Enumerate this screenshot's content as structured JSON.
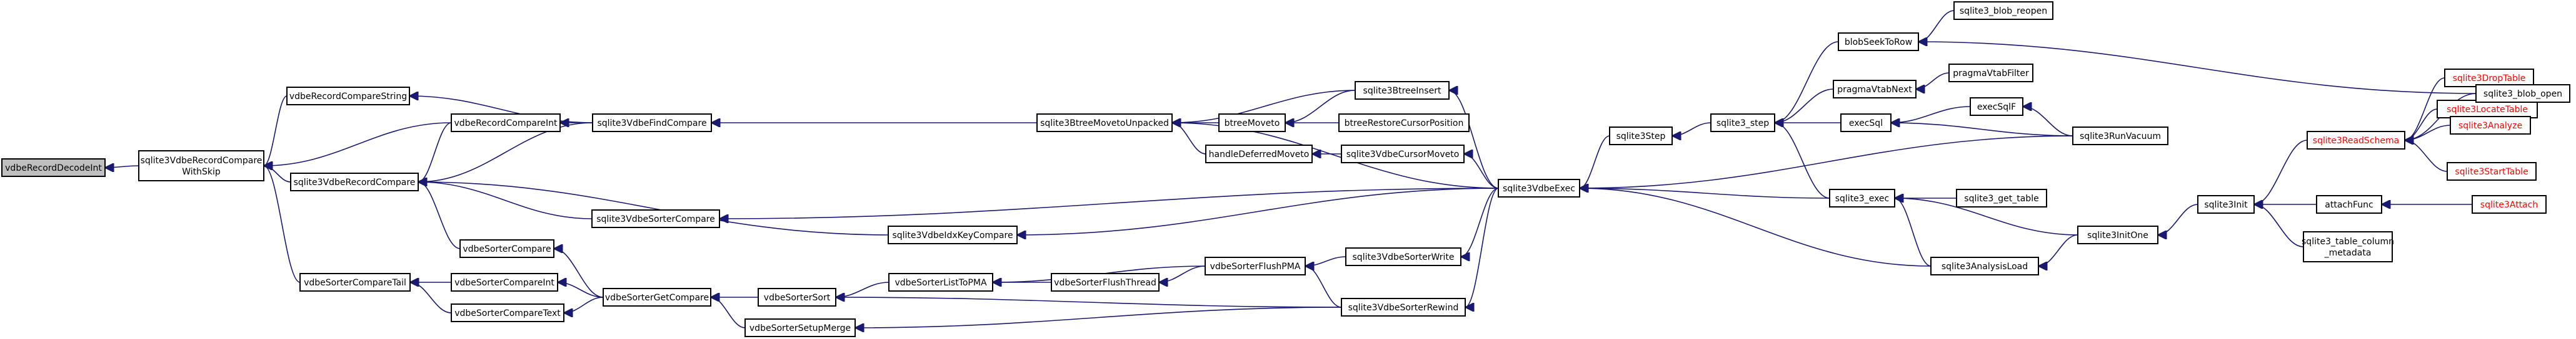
{
  "title": "",
  "graph": {
    "root": "vdbeRecordDecodeInt",
    "nodes": [
      {
        "id": "vdbeRecordDecodeInt",
        "label": "vdbeRecordDecodeInt",
        "root": true
      },
      {
        "id": "sqlite3VdbeRecordCompareWithSkip",
        "label": "sqlite3VdbeRecordCompare\nWithSkip"
      },
      {
        "id": "vdbeRecordCompareString",
        "label": "vdbeRecordCompareString"
      },
      {
        "id": "vdbeRecordCompareInt",
        "label": "vdbeRecordCompareInt"
      },
      {
        "id": "sqlite3VdbeRecordCompare",
        "label": "sqlite3VdbeRecordCompare"
      },
      {
        "id": "vdbeSorterCompareTail",
        "label": "vdbeSorterCompareTail"
      },
      {
        "id": "sqlite3VdbeFindCompare",
        "label": "sqlite3VdbeFindCompare"
      },
      {
        "id": "vdbeSorterCompare",
        "label": "vdbeSorterCompare"
      },
      {
        "id": "vdbeSorterCompareInt",
        "label": "vdbeSorterCompareInt"
      },
      {
        "id": "vdbeSorterCompareText",
        "label": "vdbeSorterCompareText"
      },
      {
        "id": "sqlite3VdbeIdxKeyCompare",
        "label": "sqlite3VdbeIdxKeyCompare"
      },
      {
        "id": "sqlite3VdbeSorterCompare",
        "label": "sqlite3VdbeSorterCompare"
      },
      {
        "id": "vdbeSorterGetCompare",
        "label": "vdbeSorterGetCompare"
      },
      {
        "id": "vdbeSorterSort",
        "label": "vdbeSorterSort"
      },
      {
        "id": "vdbeSorterSetupMerge",
        "label": "vdbeSorterSetupMerge"
      },
      {
        "id": "vdbeSorterListToPMA",
        "label": "vdbeSorterListToPMA"
      },
      {
        "id": "vdbeSorterFlushThread",
        "label": "vdbeSorterFlushThread"
      },
      {
        "id": "vdbeSorterFlushPMA",
        "label": "vdbeSorterFlushPMA"
      },
      {
        "id": "sqlite3BtreeMovetoUnpacked",
        "label": "sqlite3BtreeMovetoUnpacked"
      },
      {
        "id": "btreeMoveto",
        "label": "btreeMoveto"
      },
      {
        "id": "handleDeferredMoveto",
        "label": "handleDeferredMoveto"
      },
      {
        "id": "sqlite3BtreeInsert",
        "label": "sqlite3BtreeInsert"
      },
      {
        "id": "btreeRestoreCursorPosition",
        "label": "btreeRestoreCursorPosition"
      },
      {
        "id": "sqlite3VdbeCursorMoveto",
        "label": "sqlite3VdbeCursorMoveto"
      },
      {
        "id": "sqlite3VdbeSorterWrite",
        "label": "sqlite3VdbeSorterWrite"
      },
      {
        "id": "sqlite3VdbeSorterRewind",
        "label": "sqlite3VdbeSorterRewind"
      },
      {
        "id": "sqlite3VdbeExec",
        "label": "sqlite3VdbeExec"
      },
      {
        "id": "sqlite3Step",
        "label": "sqlite3Step"
      },
      {
        "id": "sqlite3_step",
        "label": "sqlite3_step"
      },
      {
        "id": "blobSeekToRow",
        "label": "blobSeekToRow"
      },
      {
        "id": "sqlite3_blob_reopen",
        "label": "sqlite3_blob_reopen"
      },
      {
        "id": "pragmaVtabNext",
        "label": "pragmaVtabNext"
      },
      {
        "id": "pragmaVtabFilter",
        "label": "pragmaVtabFilter"
      },
      {
        "id": "execSql",
        "label": "execSql"
      },
      {
        "id": "execSqlF",
        "label": "execSqlF"
      },
      {
        "id": "sqlite3RunVacuum",
        "label": "sqlite3RunVacuum"
      },
      {
        "id": "sqlite3_exec",
        "label": "sqlite3_exec"
      },
      {
        "id": "sqlite3_get_table",
        "label": "sqlite3_get_table"
      },
      {
        "id": "sqlite3InitOne",
        "label": "sqlite3InitOne"
      },
      {
        "id": "sqlite3AnalysisLoad",
        "label": "sqlite3AnalysisLoad"
      },
      {
        "id": "sqlite3Init",
        "label": "sqlite3Init"
      },
      {
        "id": "sqlite3ReadSchema",
        "label": "sqlite3ReadSchema",
        "red": true
      },
      {
        "id": "sqlite3DropTable",
        "label": "sqlite3DropTable",
        "red": true
      },
      {
        "id": "sqlite3LocateTable",
        "label": "sqlite3LocateTable",
        "red": true
      },
      {
        "id": "sqlite3StartTable",
        "label": "sqlite3StartTable",
        "red": true
      },
      {
        "id": "sqlite3Analyze",
        "label": "sqlite3Analyze",
        "red": true
      },
      {
        "id": "sqlite3_blob_open",
        "label": "sqlite3_blob_open"
      },
      {
        "id": "attachFunc",
        "label": "attachFunc"
      },
      {
        "id": "sqlite3Attach",
        "label": "sqlite3Attach",
        "red": true
      },
      {
        "id": "sqlite3_table_column_metadata",
        "label": "sqlite3_table_column\n_metadata"
      }
    ],
    "edges": [
      [
        "sqlite3VdbeRecordCompareWithSkip",
        "vdbeRecordDecodeInt"
      ],
      [
        "vdbeRecordCompareString",
        "sqlite3VdbeRecordCompareWithSkip"
      ],
      [
        "vdbeRecordCompareInt",
        "sqlite3VdbeRecordCompareWithSkip"
      ],
      [
        "sqlite3VdbeRecordCompare",
        "sqlite3VdbeRecordCompareWithSkip"
      ],
      [
        "vdbeSorterCompareTail",
        "sqlite3VdbeRecordCompareWithSkip"
      ],
      [
        "sqlite3VdbeFindCompare",
        "vdbeRecordCompareString"
      ],
      [
        "sqlite3VdbeFindCompare",
        "vdbeRecordCompareInt"
      ],
      [
        "sqlite3VdbeFindCompare",
        "sqlite3VdbeRecordCompare"
      ],
      [
        "vdbeRecordCompareInt",
        "sqlite3VdbeRecordCompare"
      ],
      [
        "vdbeSorterCompare",
        "sqlite3VdbeRecordCompare"
      ],
      [
        "sqlite3VdbeIdxKeyCompare",
        "sqlite3VdbeRecordCompare"
      ],
      [
        "sqlite3VdbeSorterCompare",
        "sqlite3VdbeRecordCompare"
      ],
      [
        "vdbeSorterCompareInt",
        "vdbeSorterCompareTail"
      ],
      [
        "vdbeSorterCompareText",
        "vdbeSorterCompareTail"
      ],
      [
        "sqlite3BtreeMovetoUnpacked",
        "sqlite3VdbeFindCompare"
      ],
      [
        "vdbeSorterGetCompare",
        "vdbeSorterCompare"
      ],
      [
        "vdbeSorterGetCompare",
        "vdbeSorterCompareInt"
      ],
      [
        "vdbeSorterGetCompare",
        "vdbeSorterCompareText"
      ],
      [
        "sqlite3VdbeExec",
        "sqlite3VdbeIdxKeyCompare"
      ],
      [
        "sqlite3VdbeExec",
        "sqlite3VdbeSorterCompare"
      ],
      [
        "vdbeSorterSort",
        "vdbeSorterGetCompare"
      ],
      [
        "vdbeSorterSetupMerge",
        "vdbeSorterGetCompare"
      ],
      [
        "vdbeSorterListToPMA",
        "vdbeSorterSort"
      ],
      [
        "sqlite3VdbeSorterRewind",
        "vdbeSorterSort"
      ],
      [
        "sqlite3VdbeSorterRewind",
        "vdbeSorterSetupMerge"
      ],
      [
        "vdbeSorterFlushThread",
        "vdbeSorterListToPMA"
      ],
      [
        "vdbeSorterFlushPMA",
        "vdbeSorterListToPMA"
      ],
      [
        "vdbeSorterFlushPMA",
        "vdbeSorterFlushThread"
      ],
      [
        "sqlite3VdbeSorterWrite",
        "vdbeSorterFlushPMA"
      ],
      [
        "sqlite3VdbeSorterRewind",
        "vdbeSorterFlushPMA"
      ],
      [
        "sqlite3VdbeExec",
        "sqlite3VdbeSorterWrite"
      ],
      [
        "sqlite3VdbeExec",
        "sqlite3VdbeSorterRewind"
      ],
      [
        "btreeMoveto",
        "sqlite3BtreeMovetoUnpacked"
      ],
      [
        "handleDeferredMoveto",
        "sqlite3BtreeMovetoUnpacked"
      ],
      [
        "sqlite3BtreeInsert",
        "sqlite3BtreeMovetoUnpacked"
      ],
      [
        "sqlite3VdbeExec",
        "sqlite3BtreeMovetoUnpacked"
      ],
      [
        "sqlite3BtreeInsert",
        "btreeMoveto"
      ],
      [
        "btreeRestoreCursorPosition",
        "btreeMoveto"
      ],
      [
        "sqlite3VdbeCursorMoveto",
        "handleDeferredMoveto"
      ],
      [
        "sqlite3VdbeExec",
        "sqlite3BtreeInsert"
      ],
      [
        "sqlite3VdbeExec",
        "sqlite3VdbeCursorMoveto"
      ],
      [
        "sqlite3Step",
        "sqlite3VdbeExec"
      ],
      [
        "sqlite3_step",
        "sqlite3Step"
      ],
      [
        "blobSeekToRow",
        "sqlite3_step"
      ],
      [
        "pragmaVtabNext",
        "sqlite3_step"
      ],
      [
        "execSql",
        "sqlite3_step"
      ],
      [
        "sqlite3_exec",
        "sqlite3_step"
      ],
      [
        "sqlite3_blob_reopen",
        "blobSeekToRow"
      ],
      [
        "sqlite3_blob_open",
        "blobSeekToRow"
      ],
      [
        "pragmaVtabFilter",
        "pragmaVtabNext"
      ],
      [
        "execSqlF",
        "execSql"
      ],
      [
        "sqlite3RunVacuum",
        "execSql"
      ],
      [
        "sqlite3RunVacuum",
        "execSqlF"
      ],
      [
        "sqlite3RunVacuum",
        "sqlite3VdbeExec"
      ],
      [
        "sqlite3_exec",
        "sqlite3VdbeExec"
      ],
      [
        "sqlite3AnalysisLoad",
        "sqlite3VdbeExec"
      ],
      [
        "sqlite3_get_table",
        "sqlite3_exec"
      ],
      [
        "sqlite3InitOne",
        "sqlite3_exec"
      ],
      [
        "sqlite3AnalysisLoad",
        "sqlite3_exec"
      ],
      [
        "sqlite3InitOne",
        "sqlite3AnalysisLoad"
      ],
      [
        "sqlite3Init",
        "sqlite3InitOne"
      ],
      [
        "sqlite3ReadSchema",
        "sqlite3Init"
      ],
      [
        "attachFunc",
        "sqlite3Init"
      ],
      [
        "sqlite3_table_column_metadata",
        "sqlite3Init"
      ],
      [
        "sqlite3DropTable",
        "sqlite3ReadSchema"
      ],
      [
        "sqlite3LocateTable",
        "sqlite3ReadSchema"
      ],
      [
        "sqlite3StartTable",
        "sqlite3ReadSchema"
      ],
      [
        "sqlite3Analyze",
        "sqlite3ReadSchema"
      ],
      [
        "sqlite3_blob_open",
        "sqlite3ReadSchema"
      ],
      [
        "sqlite3Analyze",
        "sqlite3LocateTable"
      ],
      [
        "sqlite3Attach",
        "attachFunc"
      ]
    ]
  }
}
